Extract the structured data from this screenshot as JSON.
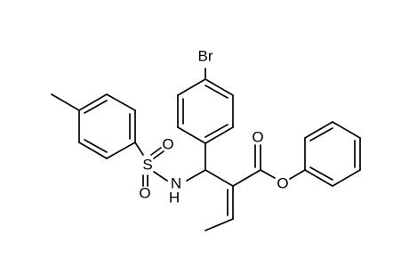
{
  "molecule": {
    "atoms": {
      "br": "Br",
      "s": "S",
      "o_sulfonyl_top": "O",
      "o_sulfonyl_bottom": "O",
      "n": "N",
      "h": "H",
      "o_carbonyl": "O",
      "o_ester": "O"
    }
  },
  "colors": {
    "bond": "#000000",
    "background": "#ffffff",
    "text": "#000000"
  }
}
